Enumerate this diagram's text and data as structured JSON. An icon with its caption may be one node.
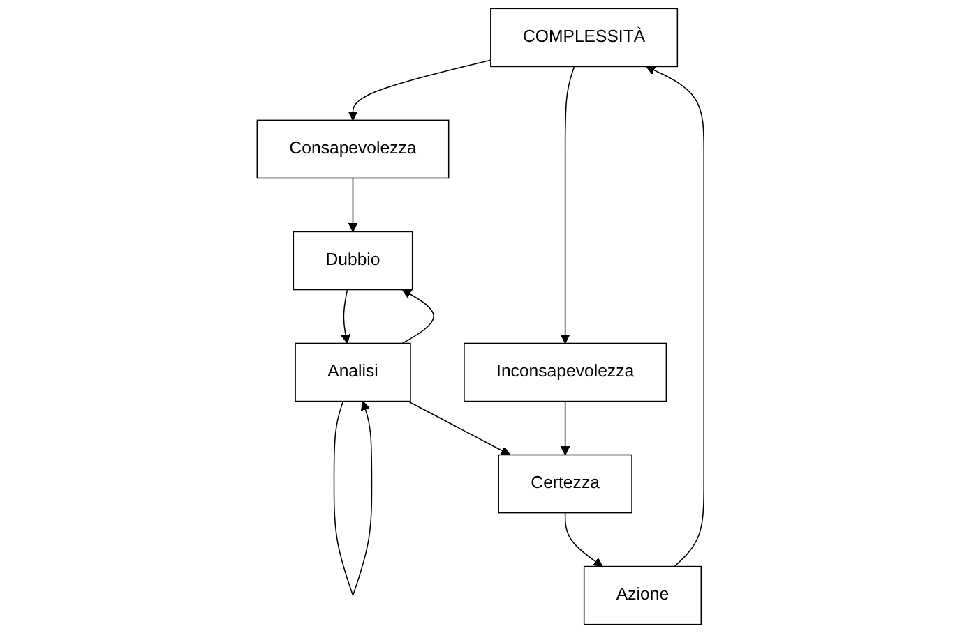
{
  "diagram": {
    "nodes": [
      {
        "text": [
          "COMPLESSITÀ"
        ]
      },
      {
        "text": [
          "Consapevolezza"
        ]
      },
      {
        "text": [
          "Inconsapevolezza"
        ]
      },
      {
        "text": [
          "Dubbio"
        ]
      },
      {
        "text": [
          "Azione"
        ]
      },
      {
        "text": [
          "Analisi"
        ]
      },
      {
        "text": [
          "Certezza"
        ]
      }
    ],
    "edges": [
      {
        "from": 0,
        "to": 1,
        "arrow": "to"
      },
      {
        "from": 0,
        "to": 2,
        "arrow": "to"
      },
      {
        "from": 1,
        "to": 3,
        "arrow": "to"
      },
      {
        "from": 3,
        "to": 5,
        "arrow": "to"
      },
      {
        "from": 5,
        "to": 3,
        "arrow": "to"
      },
      {
        "from": 5,
        "to": 5,
        "arrow": "to"
      },
      {
        "from": 5,
        "to": 6,
        "arrow": "to"
      },
      {
        "from": 6,
        "to": 4,
        "arrow": "to"
      },
      {
        "from": 4,
        "to": 0,
        "arrow": "to"
      },
      {
        "from": 2,
        "to": 6,
        "arrow": "to"
      }
    ]
  }
}
